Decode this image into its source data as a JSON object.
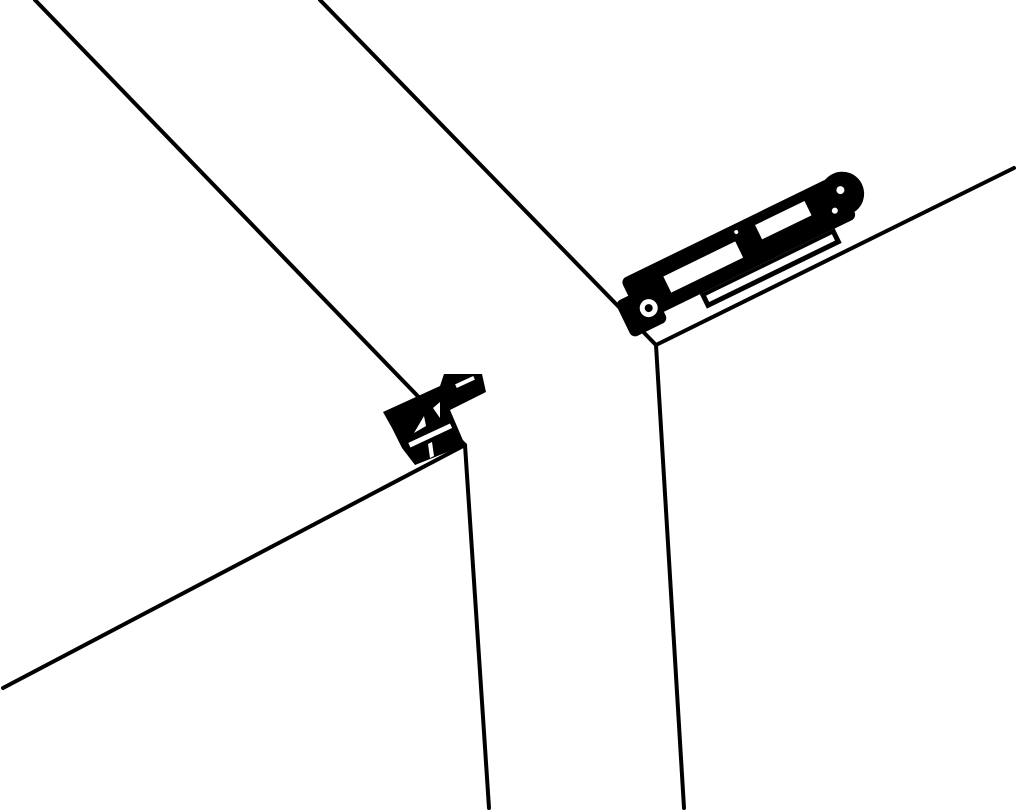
{
  "diagram": {
    "description_visible_text": "",
    "colors": {
      "line": "#000000",
      "background": "#ffffff"
    },
    "parts": [
      "cabinet-left-edge",
      "cabinet-right-edge",
      "upper-latch-mechanism",
      "lower-bracket-mechanism"
    ]
  }
}
